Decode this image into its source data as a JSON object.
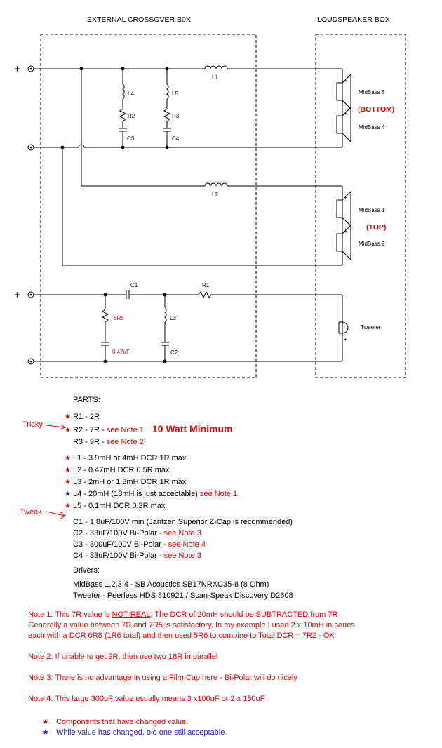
{
  "headers": {
    "crossover": "EXTERNAL CROSSOVER B0X",
    "speaker": "LOUDSPEAKER BOX"
  },
  "schematic": {
    "L1": "L1",
    "L2": "L2",
    "L3": "L3",
    "L4": "L4",
    "L5": "L5",
    "R1": "R1",
    "R2": "R2",
    "R3": "R3",
    "C1": "C1",
    "C2": "C2",
    "C3": "C3",
    "C4": "C4",
    "r_6r8": "6R8",
    "c_047": "0.47uF",
    "midbass3": "MidBass 3",
    "midbass4": "MidBass 4",
    "midbass1": "MidBass 1",
    "midbass2": "MidBass 2",
    "bottom": "(BOTTOM)",
    "top": "(TOP)",
    "tweeter": "Tweeter",
    "plus": "+",
    "minus": "-",
    "term_plus": "+"
  },
  "parts": {
    "title": "PARTS:",
    "rule": "------------",
    "tricky": "Tricky",
    "tweak": "Tweak",
    "min_watt": "10 Watt Minimum",
    "r1": "R1 - 2R",
    "r2_a": "R2 - 7R - ",
    "r2_b": "see Note 1",
    "r3_a": "R3 - 9R - ",
    "r3_b": "see Note 2",
    "l1": "L1 - 3.9mH or 4mH DCR 1R max",
    "l2": "L2 - 0.47mH DCR 0.5R max",
    "l3": "L3 - 2mH or 1.8mH DCR 1R max",
    "l4_a": "L4 - 20mH (18mH is just accectable) ",
    "l4_b": "see Note 1",
    "l5": "L5 - 0.1mH DCR 0.3R max",
    "c1": "C1 - 1.8uF/100V min (Jantzen Superior Z-Cap is recommended)",
    "c2_a": "C2 - 33uF/100V Bi-Polar - ",
    "c2_b": "see Note 3",
    "c3_a": "C3 - 300uF/100V Bi-Polar - ",
    "c3_b": "see Note 4",
    "c4_a": "C4 - 33uF/100V Bi-Polar - ",
    "c4_b": "see Note 3",
    "drivers_title": "Drivers:",
    "drivers_mid": "MidBass 1,2,3,4 - SB Acoustics SB17NRXC35-8 (8 Ohm)",
    "drivers_tw": "Tweeter - Peerless HDS 810921 / Scan-Speak Discovery D2608"
  },
  "notes": {
    "n1_a": "Note 1: This 7R value is ",
    "n1_u": "NOT REAL",
    "n1_b": ". The DCR of 20mH should be SUBTRACTED from 7R",
    "n1_l2": "Generally a value between 7R and 7R5 is satisfactory. In my example I used 2 x 10mH in series",
    "n1_l3": "each with a DCR 0R8 (1R6 total) and then used 5R6 to combine to Total DCR = 7R2 - OK",
    "n2": "Note 2: If unable to get 9R, then use two 18R in parallel",
    "n3": "Note 3: There is no advantage in using a Film Cap here - Bi-Polar will do nicely",
    "n4": "Note 4: This large 300uF value usually means 3 x100uF or 2 x 150uF"
  },
  "legend": {
    "red": "Components that have changed value.",
    "blue": "While value has changed, old one still acceptable."
  },
  "colors": {
    "red": "#e00000",
    "blue": "#2222cc"
  }
}
